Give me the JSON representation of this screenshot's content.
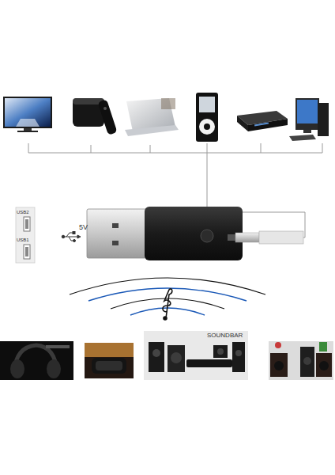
{
  "diagram": {
    "labels": [
      "USB2",
      "USB1",
      "5V",
      "SOUNDBAR"
    ]
  }
}
